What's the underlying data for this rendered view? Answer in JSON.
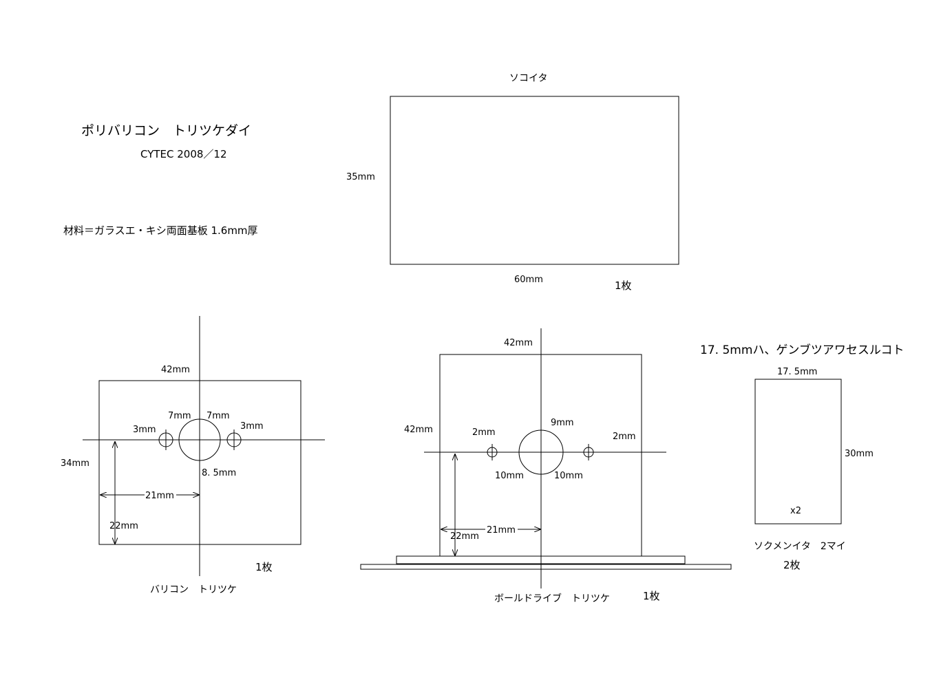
{
  "header": {
    "title": "ポリバリコン　トリツケダイ",
    "subtitle": "CYTEC 2008／12",
    "material": "材料＝ガラスエ・キシ両面基板 1.6mm厚"
  },
  "bottom_plate": {
    "title": "ソコイタ",
    "height_label": "35mm",
    "width_label": "60mm",
    "qty": "1枚"
  },
  "varicon_mount": {
    "top_width_label": "42mm",
    "left_height_label": "34mm",
    "small_hole_left_label": "3mm",
    "offset_left_label": "7mm",
    "offset_right_label": "7mm",
    "small_hole_right_label": "3mm",
    "center_hole_label": "8. 5mm",
    "center_offset_label": "21mm",
    "hole_height_label": "22mm",
    "qty": "1枚",
    "caption": "バリコン　トリツケ"
  },
  "balldrive_mount": {
    "top_width_label": "42mm",
    "left_height_label": "42mm",
    "small_hole_left_label": "2mm",
    "center_hole_label": "9mm",
    "small_hole_right_label": "2mm",
    "offset_left_label": "10mm",
    "offset_right_label": "10mm",
    "center_offset_label": "21mm",
    "hole_height_label": "22mm",
    "caption": "ボールドライブ　トリツケ",
    "qty": "1枚"
  },
  "side_plate": {
    "note": "17. 5mmハ、ゲンブツアワセスルコト",
    "width_label": "17. 5mm",
    "height_label": "30mm",
    "count_label": "x2",
    "caption": "ソクメンイタ　2マイ",
    "qty": "2枚"
  }
}
